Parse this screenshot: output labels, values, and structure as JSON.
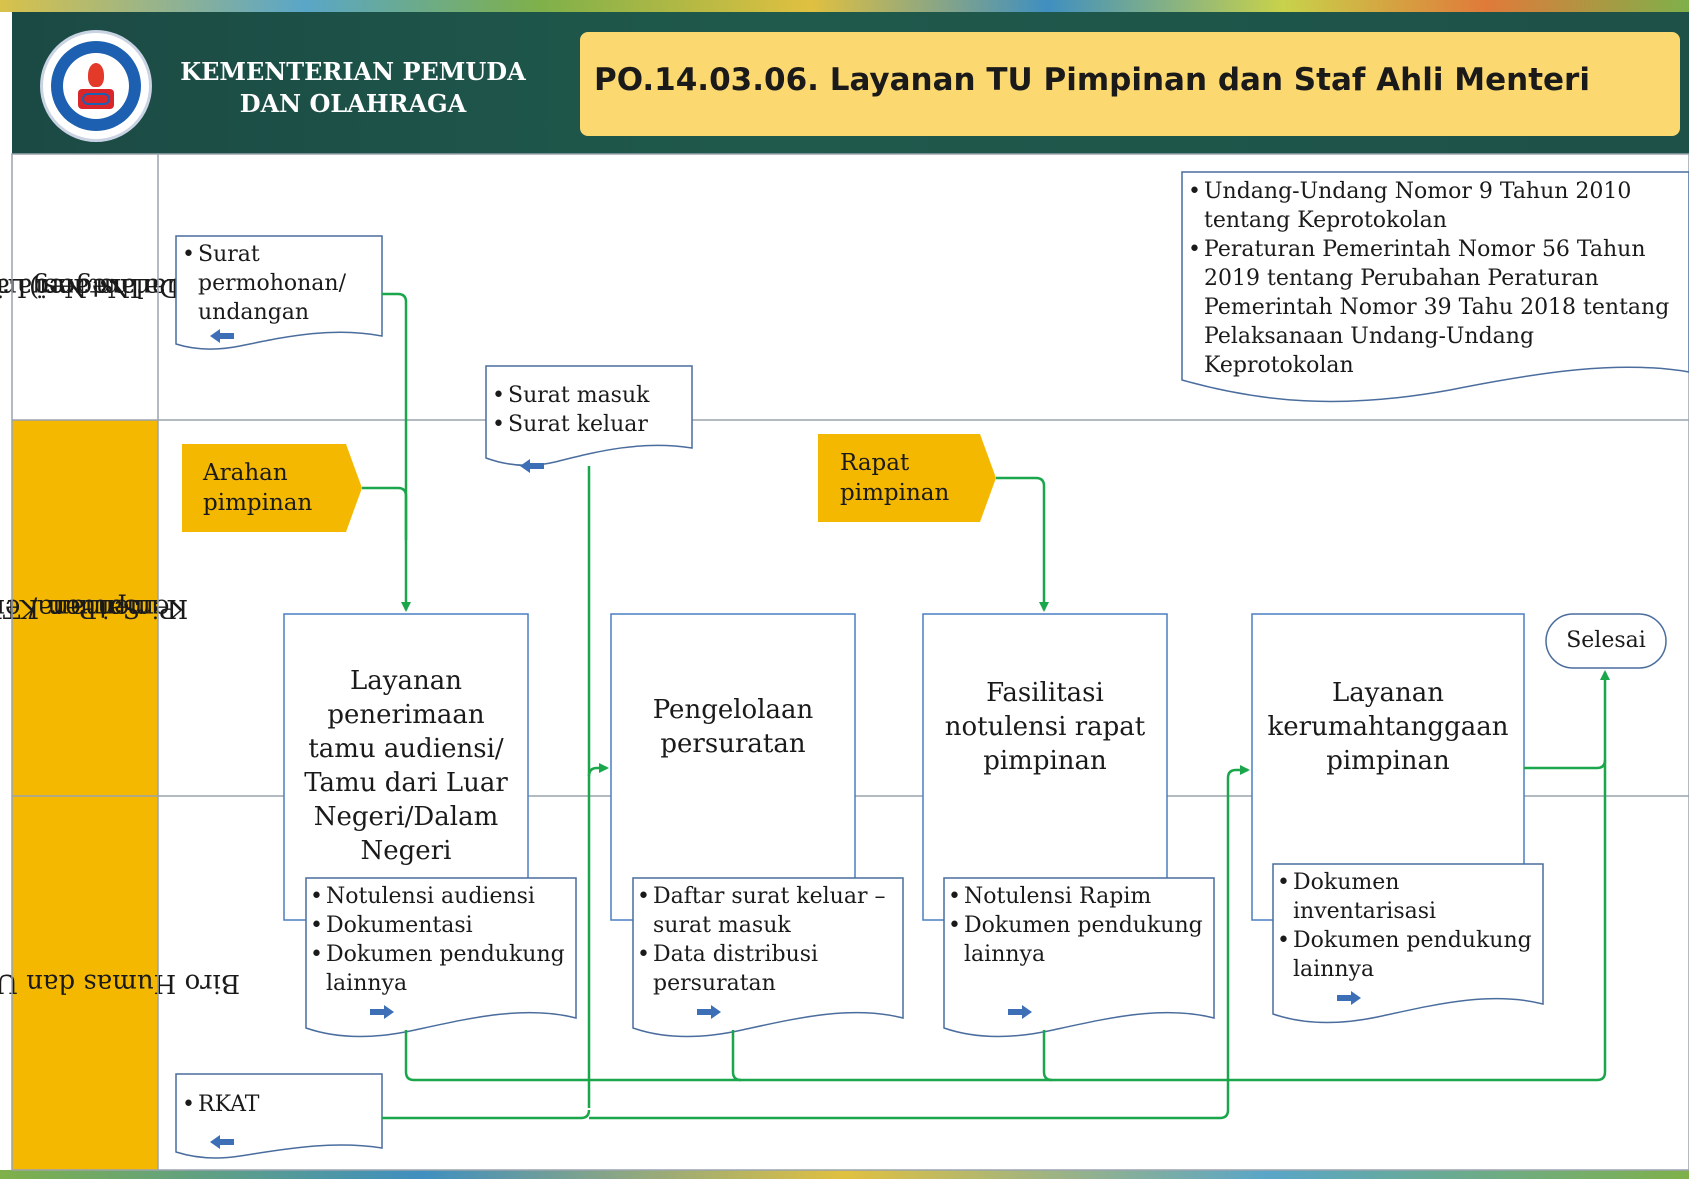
{
  "header": {
    "ministry": "KEMENTERIAN PEMUDA DAN OLAHRAGA",
    "title": "PO.14.03.06. Layanan TU Pimpinan dan Staf Ahli Menteri"
  },
  "lanes": [
    {
      "label_line1": "Instansi Lain",
      "label_line2": "(Dalam Negari /",
      "label_line3": "Luar Negeri)"
    },
    {
      "label_line1": "Satuan Kerja",
      "label_line2": "KemenPora/ TU",
      "label_line3": "Pimpinan"
    },
    {
      "label_line1": "Biro Humas dan Umum"
    }
  ],
  "documents": {
    "surat_permohonan": [
      "Surat permohonan/ undangan"
    ],
    "surat_masuk_keluar": [
      "Surat masuk",
      "Surat keluar"
    ],
    "regulasi": [
      "Undang-Undang Nomor 9 Tahun 2010 tentang Keprotokolan",
      "Peraturan Pemerintah Nomor 56 Tahun 2019 tentang Perubahan Peraturan Pemerintah Nomor 39 Tahu 2018 tentang Pelaksanaan Undang-Undang Keprotokolan"
    ],
    "out1": [
      "Notulensi audiensi",
      "Dokumentasi",
      "Dokumen pendukung lainnya"
    ],
    "out2": [
      "Daftar surat keluar – surat masuk",
      "Data distribusi persuratan"
    ],
    "out3": [
      "Notulensi Rapim",
      "Dokumen pendukung lainnya"
    ],
    "out4": [
      "Dokumen inventarisasi",
      "Dokumen pendukung lainnya"
    ],
    "rkat": [
      "RKAT"
    ]
  },
  "inputs": {
    "arahan": "Arahan pimpinan",
    "rapat": "Rapat pimpinan"
  },
  "processes": {
    "p1": "Layanan penerimaan tamu audiensi/ Tamu dari Luar Negeri/Dalam Negeri",
    "p2": "Pengelolaan persuratan",
    "p3": "Fasilitasi notulensi rapat pimpinan",
    "p4": "Layanan kerumahtanggaan pimpinan"
  },
  "terminator": {
    "end": "Selesai"
  },
  "colors": {
    "header_bg": "#1e5148",
    "title_bg": "#fbd870",
    "lane_accent": "#f5b800",
    "flow_line": "#1aa64a",
    "arrow_icon": "#3d6fb6"
  }
}
